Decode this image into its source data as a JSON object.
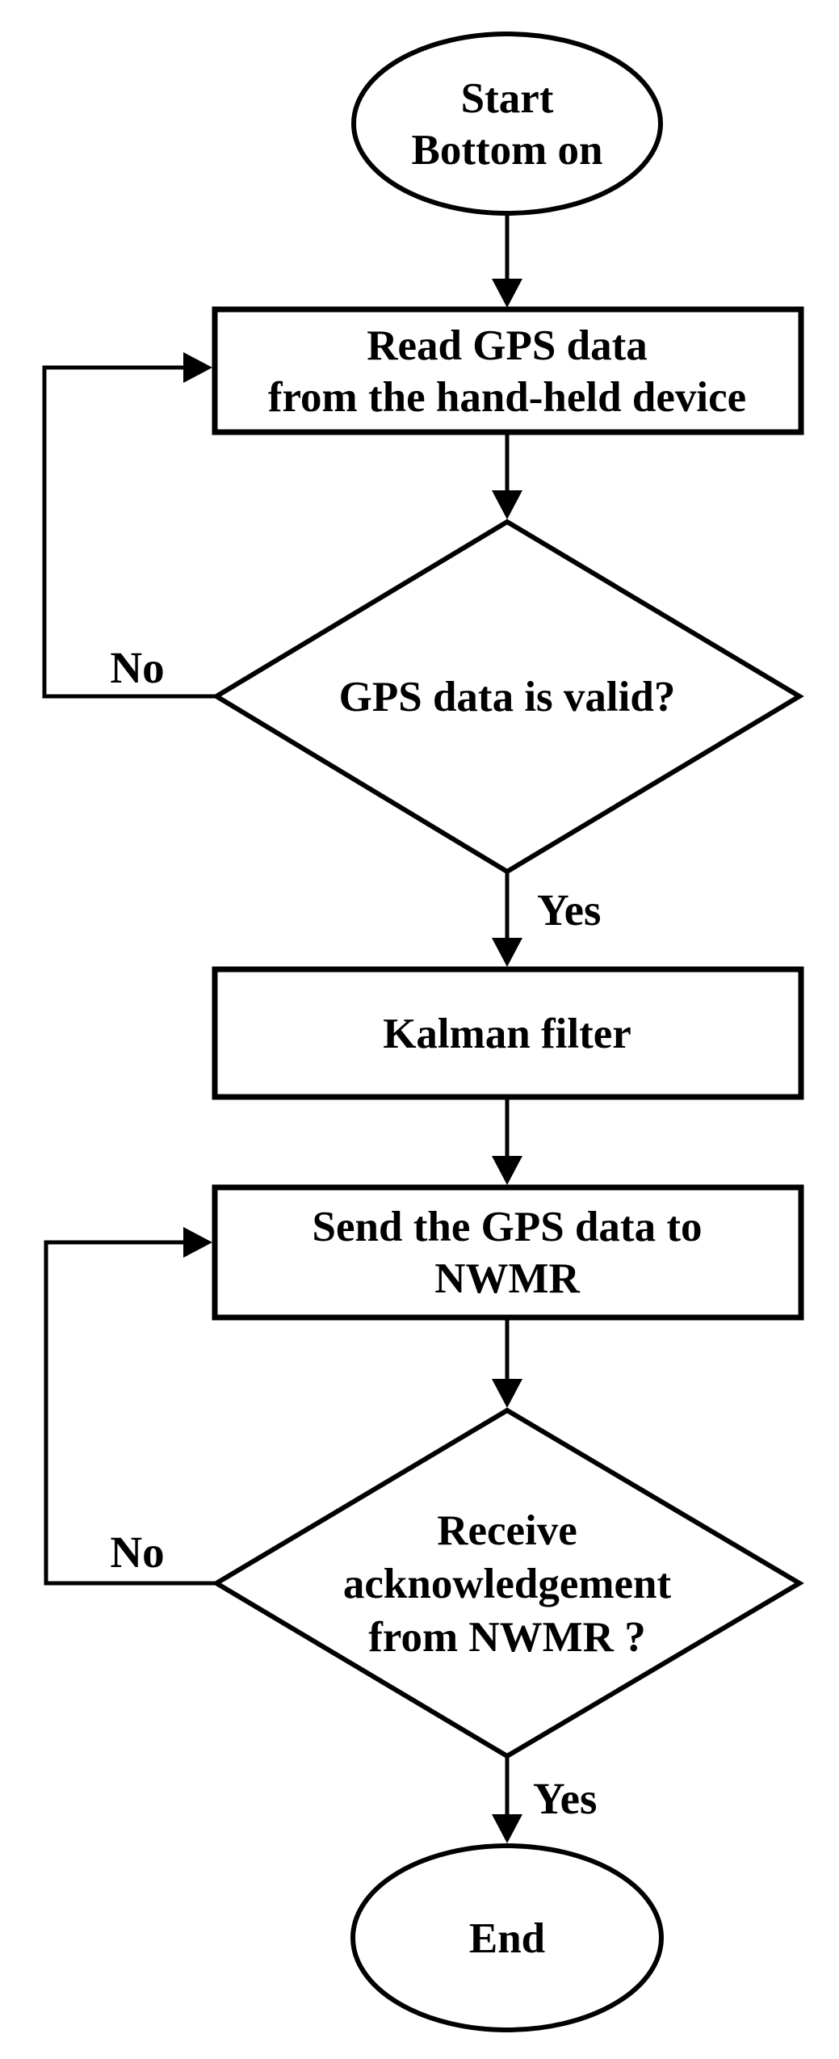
{
  "diagram": {
    "type": "flowchart",
    "ink_color": "#000000",
    "background_color": "#ffffff",
    "nodes": {
      "start": {
        "shape": "ellipse",
        "line1": "Start",
        "line2": "Bottom on"
      },
      "read_gps": {
        "shape": "process",
        "line1": "Read GPS data",
        "line2": "from the hand-held device"
      },
      "gps_valid": {
        "shape": "decision",
        "line1": "GPS data is valid?"
      },
      "kalman": {
        "shape": "process",
        "line1": "Kalman filter"
      },
      "send_gps": {
        "shape": "process",
        "line1": "Send the GPS data to",
        "line2": "NWMR"
      },
      "receive_ack": {
        "shape": "decision",
        "line1": "Receive",
        "line2": "acknowledgement",
        "line3": "from NWMR ?"
      },
      "end": {
        "shape": "ellipse",
        "line1": "End"
      }
    },
    "labels": {
      "gps_valid_yes": "Yes",
      "gps_valid_no": "No",
      "receive_ack_yes": "Yes",
      "receive_ack_no": "No"
    },
    "edges": [
      {
        "from": "start",
        "to": "read_gps",
        "label": ""
      },
      {
        "from": "read_gps",
        "to": "gps_valid",
        "label": ""
      },
      {
        "from": "gps_valid",
        "to": "read_gps",
        "label": "No"
      },
      {
        "from": "gps_valid",
        "to": "kalman",
        "label": "Yes"
      },
      {
        "from": "kalman",
        "to": "send_gps",
        "label": ""
      },
      {
        "from": "send_gps",
        "to": "receive_ack",
        "label": ""
      },
      {
        "from": "receive_ack",
        "to": "send_gps",
        "label": "No"
      },
      {
        "from": "receive_ack",
        "to": "end",
        "label": "Yes"
      }
    ]
  }
}
